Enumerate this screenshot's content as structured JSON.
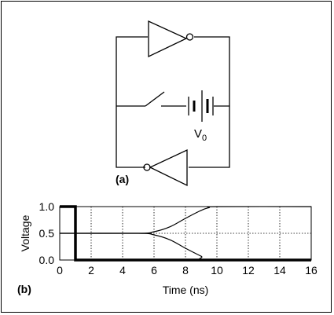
{
  "circuit": {
    "panel_label": "(a)",
    "voltage_symbol": "V",
    "voltage_subscript": "0"
  },
  "chart_data": {
    "type": "line",
    "panel_label": "(b)",
    "xlabel": "Time (ns)",
    "ylabel": "Voltage",
    "xlim": [
      0,
      16
    ],
    "ylim": [
      0,
      1
    ],
    "x_ticks": [
      0,
      2,
      4,
      6,
      8,
      10,
      12,
      14,
      16
    ],
    "y_ticks": [
      "0.0",
      "0.5",
      "1.0"
    ],
    "grid": true,
    "series": [
      {
        "style": "thick",
        "x": [
          0,
          1,
          1,
          16
        ],
        "y": [
          1,
          1,
          0,
          0
        ]
      },
      {
        "style": "thin",
        "x": [
          0,
          5,
          6,
          7,
          8,
          9,
          9.5,
          10,
          16
        ],
        "y": [
          0.5,
          0.5,
          0.53,
          0.62,
          0.78,
          0.93,
          0.98,
          1,
          1
        ]
      },
      {
        "style": "thin",
        "x": [
          0,
          5,
          6,
          7,
          8,
          9,
          9.5,
          16
        ],
        "y": [
          0.5,
          0.5,
          0.47,
          0.38,
          0.22,
          0.07,
          0,
          0
        ]
      }
    ]
  }
}
